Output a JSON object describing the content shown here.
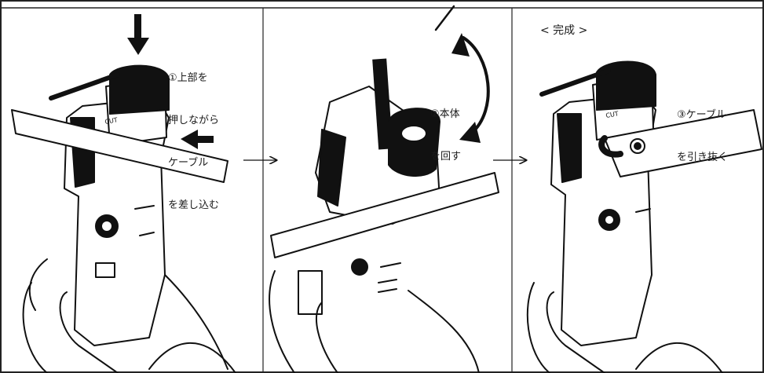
{
  "steps": [
    {
      "label_lines": [
        "①上部を",
        "押しながら",
        "ケーブル",
        "を差し込む"
      ]
    },
    {
      "label_lines": [
        "②本体",
        "を回す"
      ]
    },
    {
      "header": "< 完成 >",
      "label_lines": [
        "③ケーブル",
        "を引き抜く"
      ]
    }
  ],
  "device": {
    "cut_label": "CUT"
  },
  "colors": {
    "ink": "#111111",
    "paper": "#ffffff",
    "border": "#222222"
  },
  "icons": [
    "down-arrow-icon",
    "left-arrow-icon",
    "rotate-arrow-icon",
    "right-arrow-icon",
    "step-arrow-icon"
  ]
}
